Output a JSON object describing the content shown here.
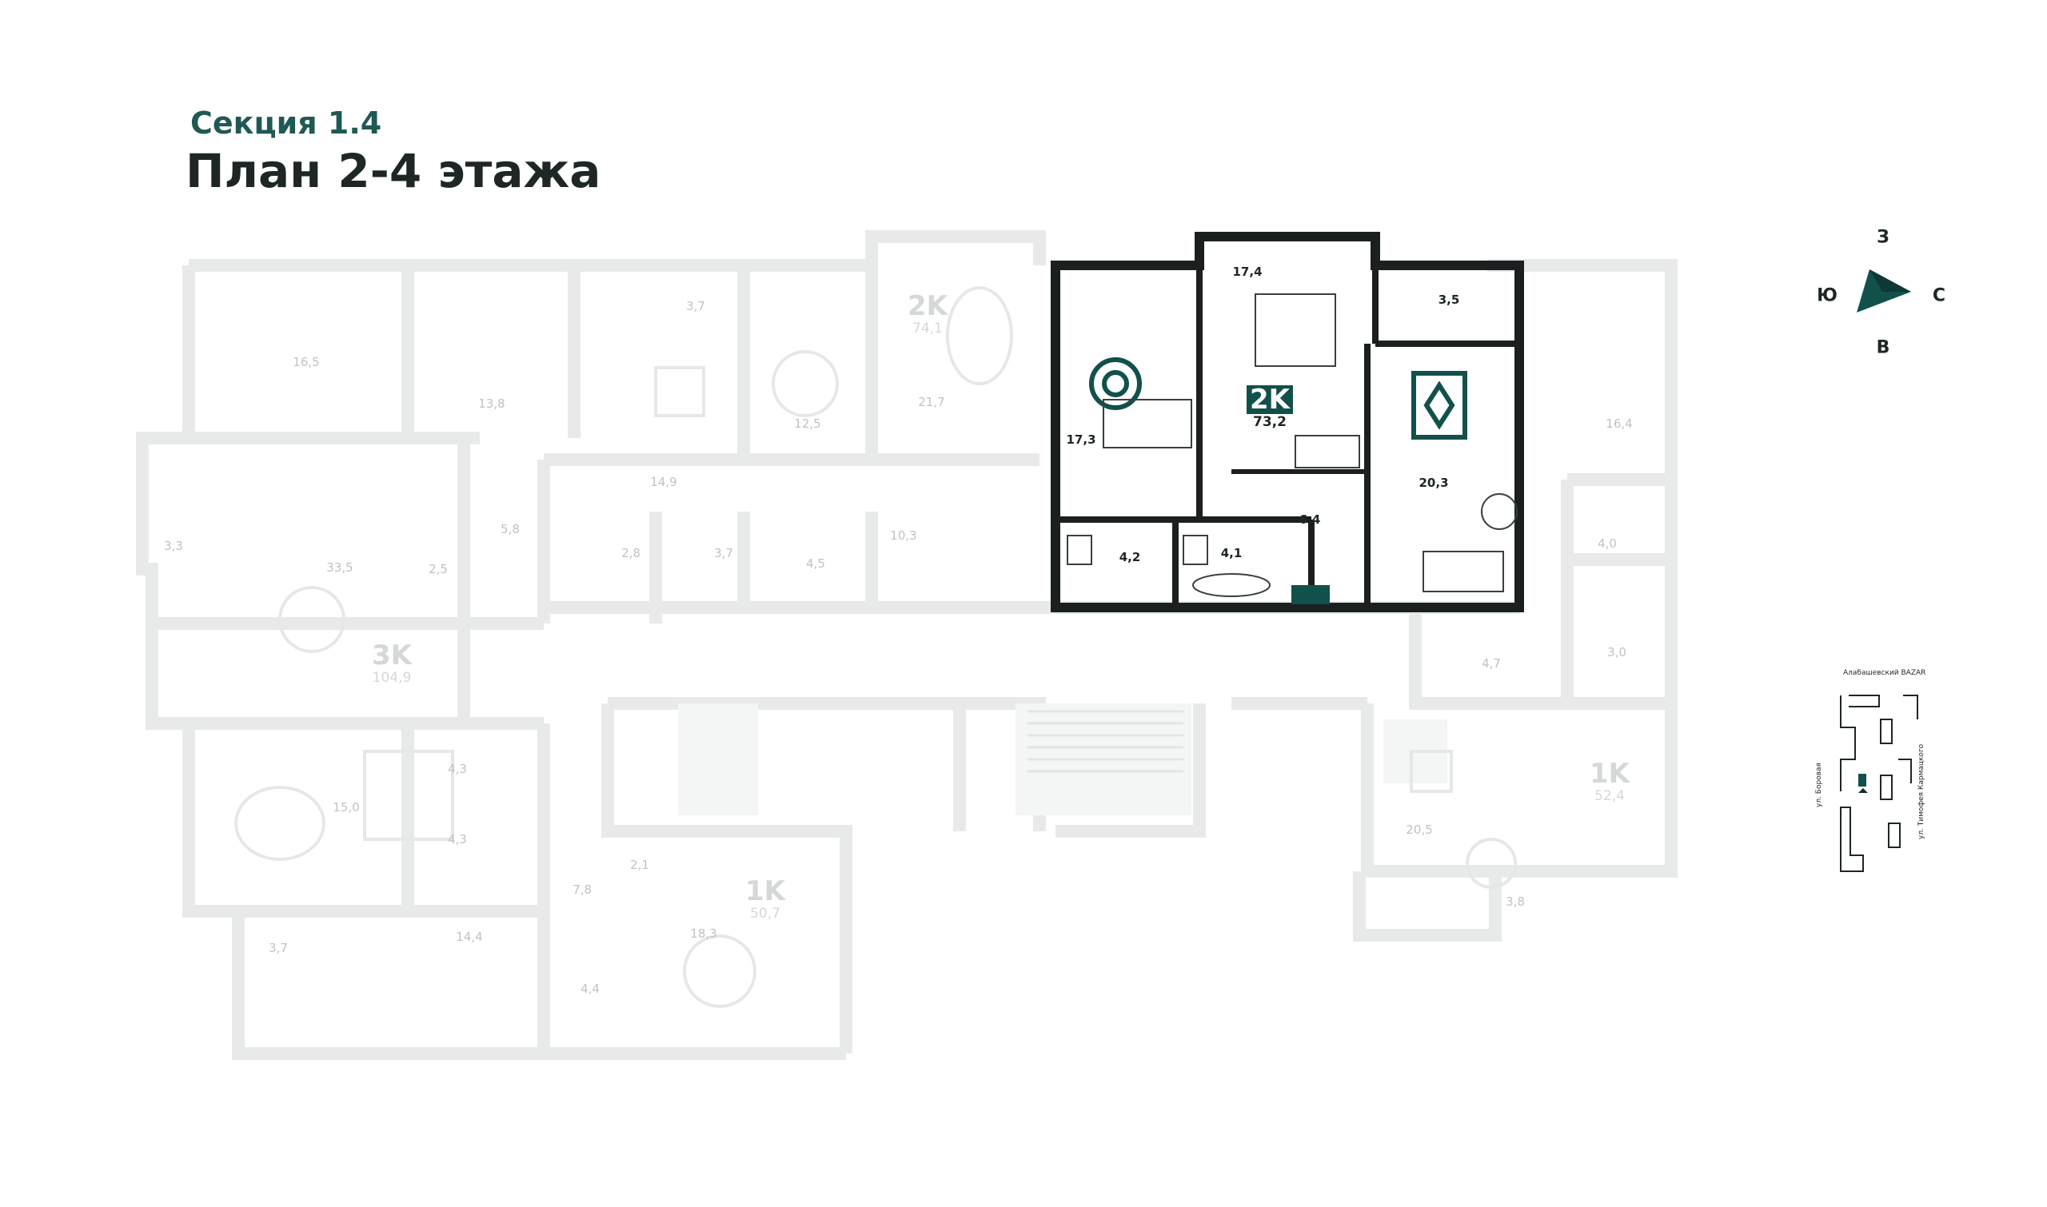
{
  "header": {
    "section": "Секция 1.4",
    "title": "План 2-4 этажа"
  },
  "apartments": [
    {
      "type": "2K",
      "area": "74,1",
      "highlighted": false
    },
    {
      "type": "3K",
      "area": "104,9",
      "highlighted": false
    },
    {
      "type": "2K",
      "area": "73,2",
      "highlighted": true
    },
    {
      "type": "1K",
      "area": "52,4",
      "highlighted": false
    },
    {
      "type": "1K",
      "area": "50,7",
      "highlighted": false
    }
  ],
  "rooms": [
    "16,5",
    "13,8",
    "3,7",
    "12,5",
    "21,7",
    "14,9",
    "3,3",
    "33,5",
    "5,8",
    "2,5",
    "2,8",
    "3,7",
    "4,5",
    "10,3",
    "17,4",
    "3,5",
    "17,3",
    "20,3",
    "6,4",
    "4,2",
    "4,1",
    "16,4",
    "4,0",
    "3,0",
    "4,7",
    "20,5",
    "3,8",
    "15,0",
    "4,3",
    "4,3",
    "7,8",
    "2,1",
    "18,3",
    "14,4",
    "3,7",
    "4,4"
  ],
  "compass": {
    "north": "З",
    "west": "Ю",
    "east": "С",
    "south": "В"
  },
  "minimap": {
    "landmark": "Алабашевский BAZAR",
    "street_left": "ул. Боровая",
    "street_right": "ул. Тимофея Кармацкого"
  },
  "colors": {
    "accent": "#12504b",
    "wall_active": "#1b1f1f",
    "wall_inactive": "#e9ebeb",
    "text_dark": "#1e2626"
  },
  "icons": [
    "compass-arrow-icon"
  ]
}
